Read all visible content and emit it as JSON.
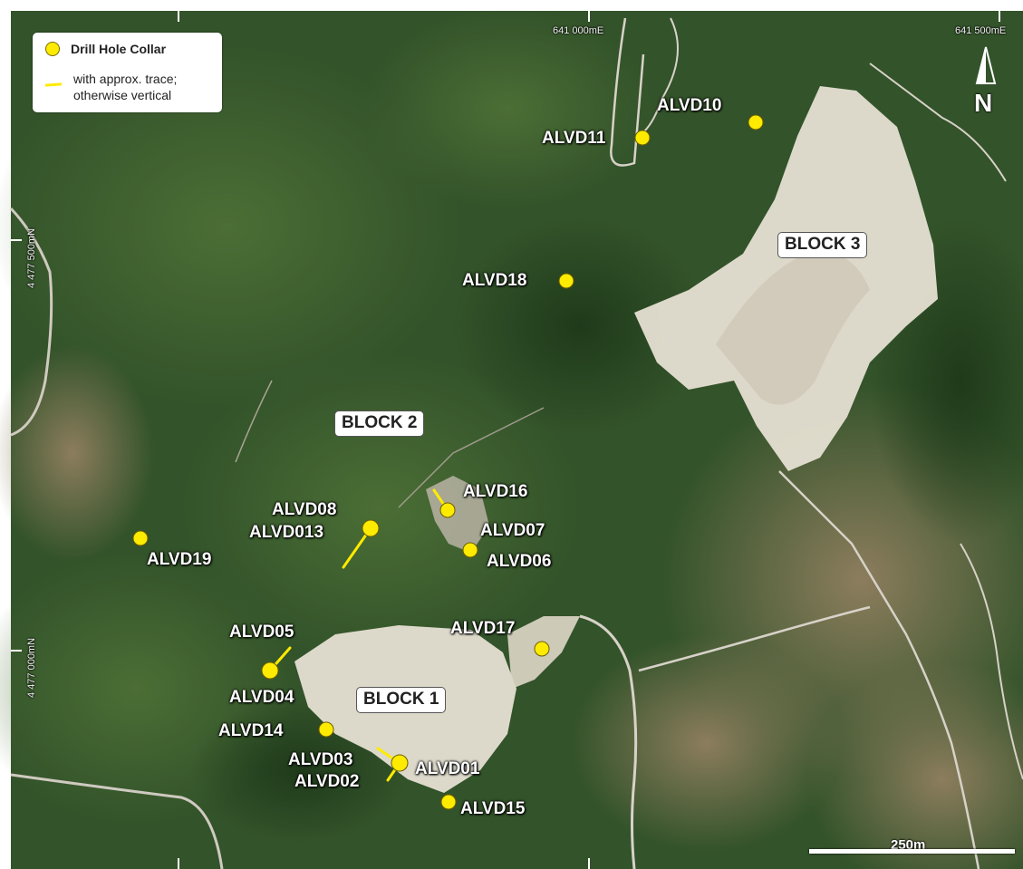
{
  "legend": {
    "collar_label": "Drill Hole Collar",
    "trace_label_line1": "with approx. trace;",
    "trace_label_line2": "otherwise vertical"
  },
  "grid_labels": {
    "e1": "641 000mE",
    "e2": "641 500mE",
    "n1": "4 477 500mN",
    "n2": "4 477 000mN"
  },
  "north_arrow": {
    "label": "N"
  },
  "scale_bar": {
    "label": "250m"
  },
  "blocks": {
    "block1": "BLOCK 1",
    "block2": "BLOCK 2",
    "block3": "BLOCK 3"
  },
  "holes": {
    "alvd10": "ALVD10",
    "alvd11": "ALVD11",
    "alvd18": "ALVD18",
    "alvd16": "ALVD16",
    "alvd08": "ALVD08",
    "alvd013": "ALVD013",
    "alvd07": "ALVD07",
    "alvd06": "ALVD06",
    "alvd19": "ALVD19",
    "alvd17": "ALVD17",
    "alvd05": "ALVD05",
    "alvd04": "ALVD04",
    "alvd14": "ALVD14",
    "alvd03": "ALVD03",
    "alvd02": "ALVD02",
    "alvd01": "ALVD01",
    "alvd15": "ALVD15"
  },
  "colors": {
    "collar": "#ffeb00",
    "forest": "#2f4f25",
    "quarry": "#e3ddd0"
  }
}
